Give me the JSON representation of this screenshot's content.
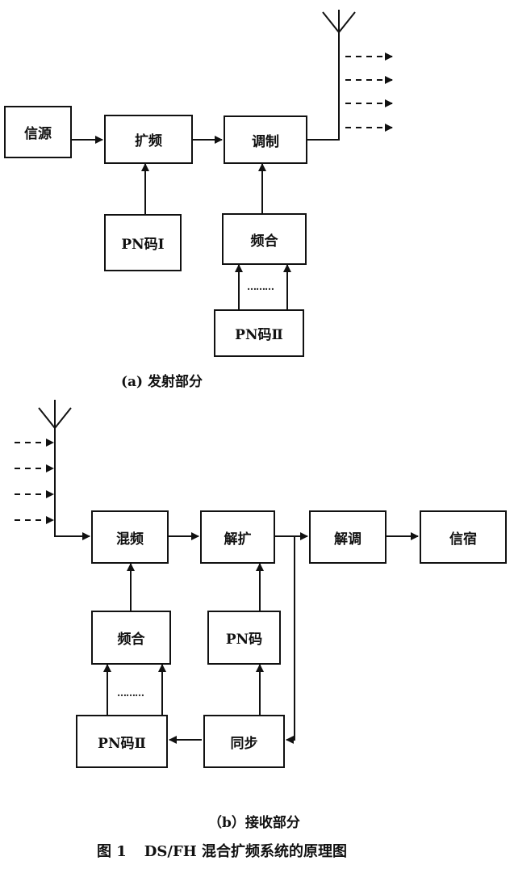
{
  "transmit": {
    "source": "信源",
    "spread": "扩频",
    "modulate": "调制",
    "pn1": "PN码Ⅰ",
    "synth": "频合",
    "pn2": "PN码Ⅱ",
    "caption": "(a)  发射部分"
  },
  "receive": {
    "mixer": "混频",
    "despread": "解扩",
    "demod": "解调",
    "sink": "信宿",
    "synth": "频合",
    "pn": "PN码",
    "pn2": "PN码Ⅱ",
    "sync": "同步",
    "caption": "（b）接收部分"
  },
  "figure": {
    "number": "图 1",
    "title": "DS/FH 混合扩频系统的原理图"
  },
  "ellipsis": "………"
}
